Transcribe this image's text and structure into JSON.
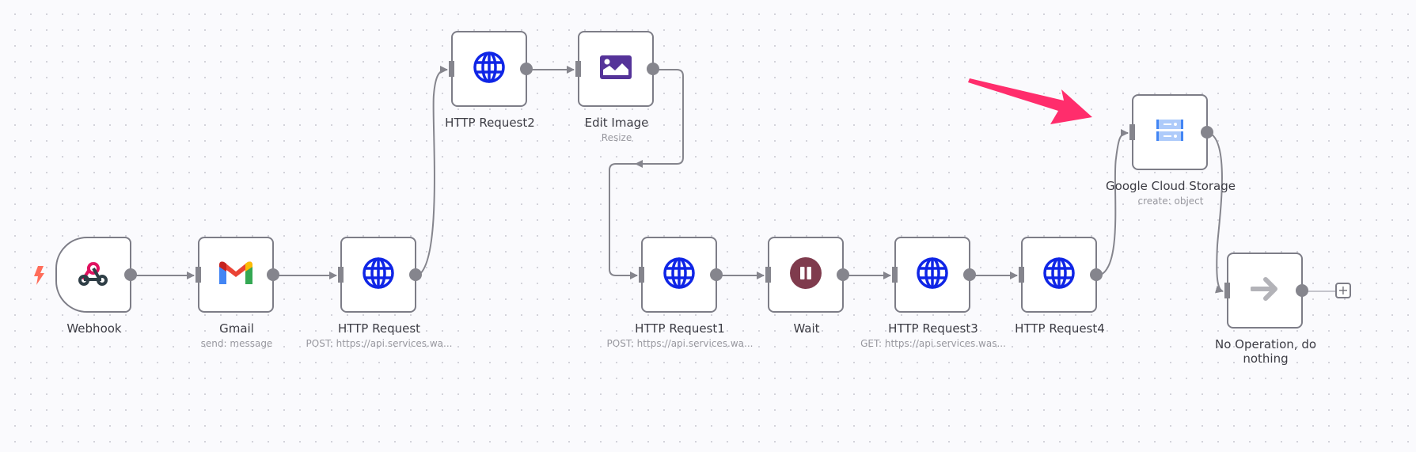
{
  "canvas": {
    "background": "#fafafd",
    "edge_color": "#85858d",
    "annotation_arrow_color": "#ff2d6c"
  },
  "nodes": [
    {
      "id": "webhook",
      "title": "Webhook",
      "subtitle": "",
      "icon": "webhook-icon",
      "trigger": true
    },
    {
      "id": "gmail",
      "title": "Gmail",
      "subtitle": "send: message",
      "icon": "gmail-icon"
    },
    {
      "id": "http",
      "title": "HTTP Request",
      "subtitle": "POST: https://api.services.wa...",
      "icon": "globe-icon"
    },
    {
      "id": "http2",
      "title": "HTTP Request2",
      "subtitle": "",
      "icon": "globe-icon"
    },
    {
      "id": "editimage",
      "title": "Edit Image",
      "subtitle": "Resize",
      "icon": "image-icon"
    },
    {
      "id": "http1",
      "title": "HTTP Request1",
      "subtitle": "POST: https://api.services.wa...",
      "icon": "globe-icon"
    },
    {
      "id": "wait",
      "title": "Wait",
      "subtitle": "",
      "icon": "pause-icon"
    },
    {
      "id": "http3",
      "title": "HTTP Request3",
      "subtitle": "GET: https://api.services.was...",
      "icon": "globe-icon"
    },
    {
      "id": "http4",
      "title": "HTTP Request4",
      "subtitle": "",
      "icon": "globe-icon"
    },
    {
      "id": "gcs",
      "title": "Google Cloud Storage",
      "subtitle": "create: object",
      "icon": "cloud-storage-icon"
    },
    {
      "id": "noop",
      "title": "No Operation, do nothing",
      "subtitle": "",
      "icon": "arrow-right-icon"
    }
  ],
  "connections": [
    [
      "webhook",
      "gmail"
    ],
    [
      "gmail",
      "http"
    ],
    [
      "http",
      "http2"
    ],
    [
      "http2",
      "editimage"
    ],
    [
      "editimage",
      "http1"
    ],
    [
      "http1",
      "wait"
    ],
    [
      "wait",
      "http3"
    ],
    [
      "http3",
      "http4"
    ],
    [
      "http4",
      "gcs"
    ],
    [
      "gcs",
      "noop"
    ]
  ],
  "add_button": {
    "label": "+"
  }
}
